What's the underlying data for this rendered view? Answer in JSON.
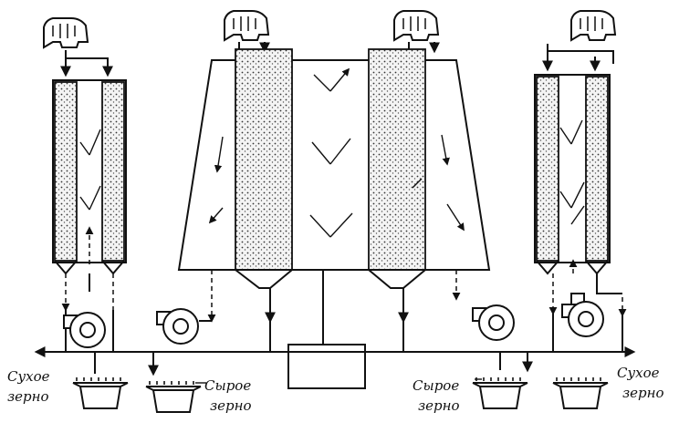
{
  "labels": {
    "left_out_line1": "Сухое",
    "left_out_line2": "зерно",
    "left_in_line1": "Сырое",
    "left_in_line2": "зерно",
    "right_in_line1": "Сырое",
    "right_in_line2": "зерно",
    "right_out_line1": "Сухое",
    "right_out_line2": "зерно"
  },
  "icons": {
    "feed_hopper": "burner-icon",
    "fan": "fan-icon",
    "bin": "hopper-bin-icon"
  },
  "colors": {
    "ink": "#111111",
    "paper": "#ffffff"
  }
}
